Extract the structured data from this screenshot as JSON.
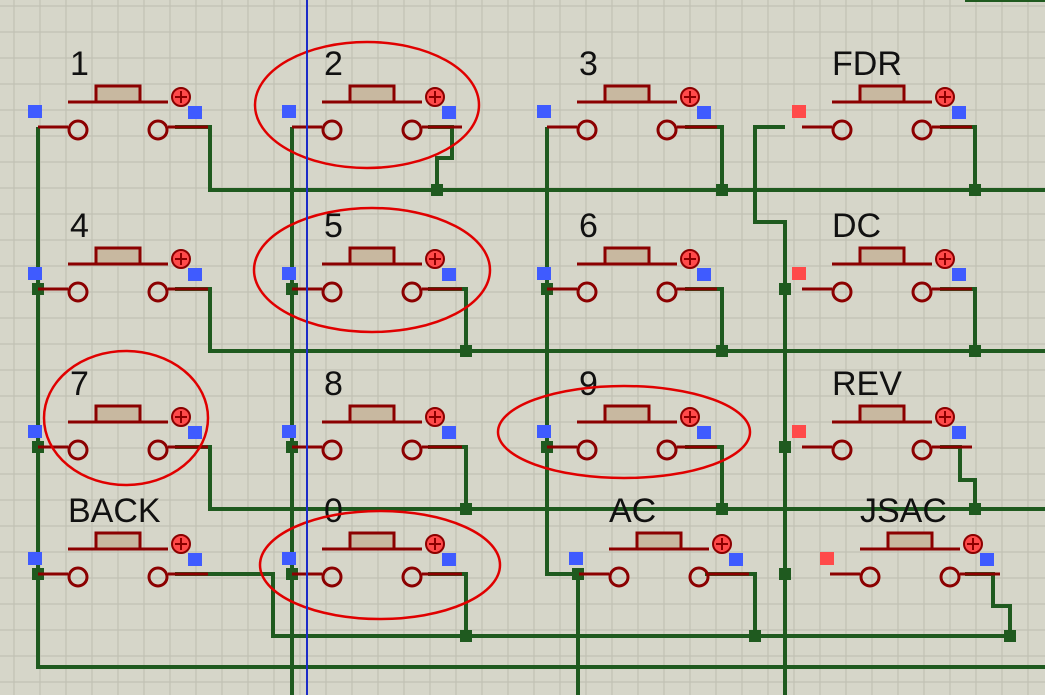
{
  "colors": {
    "background": "#d6d6c9",
    "grid": "#c1c1b4",
    "wire": "#1f5a1f",
    "component": "#8b0000",
    "button_cap": "#c8b8a0",
    "pin_blue": "#3f5bff",
    "pin_red": "#ff4a4a",
    "highlight": "#e00000",
    "cursor_line": "#1c2cc8"
  },
  "keys": [
    {
      "id": "1",
      "label": "1",
      "pin": "blue"
    },
    {
      "id": "2",
      "label": "2",
      "pin": "blue"
    },
    {
      "id": "3",
      "label": "3",
      "pin": "blue"
    },
    {
      "id": "fdr",
      "label": "FDR",
      "pin": "red"
    },
    {
      "id": "4",
      "label": "4",
      "pin": "blue"
    },
    {
      "id": "5",
      "label": "5",
      "pin": "blue"
    },
    {
      "id": "6",
      "label": "6",
      "pin": "blue"
    },
    {
      "id": "dc",
      "label": "DC",
      "pin": "red"
    },
    {
      "id": "7",
      "label": "7",
      "pin": "blue"
    },
    {
      "id": "8",
      "label": "8",
      "pin": "blue"
    },
    {
      "id": "9",
      "label": "9",
      "pin": "blue"
    },
    {
      "id": "rev",
      "label": "REV",
      "pin": "red"
    },
    {
      "id": "back",
      "label": "BACK",
      "pin": "blue"
    },
    {
      "id": "0",
      "label": "0",
      "pin": "blue"
    },
    {
      "id": "ac",
      "label": "AC",
      "pin": "blue"
    },
    {
      "id": "jsac",
      "label": "JSAC",
      "pin": "red"
    }
  ],
  "highlighted_keys": [
    "2",
    "5",
    "7",
    "9",
    "0"
  ]
}
